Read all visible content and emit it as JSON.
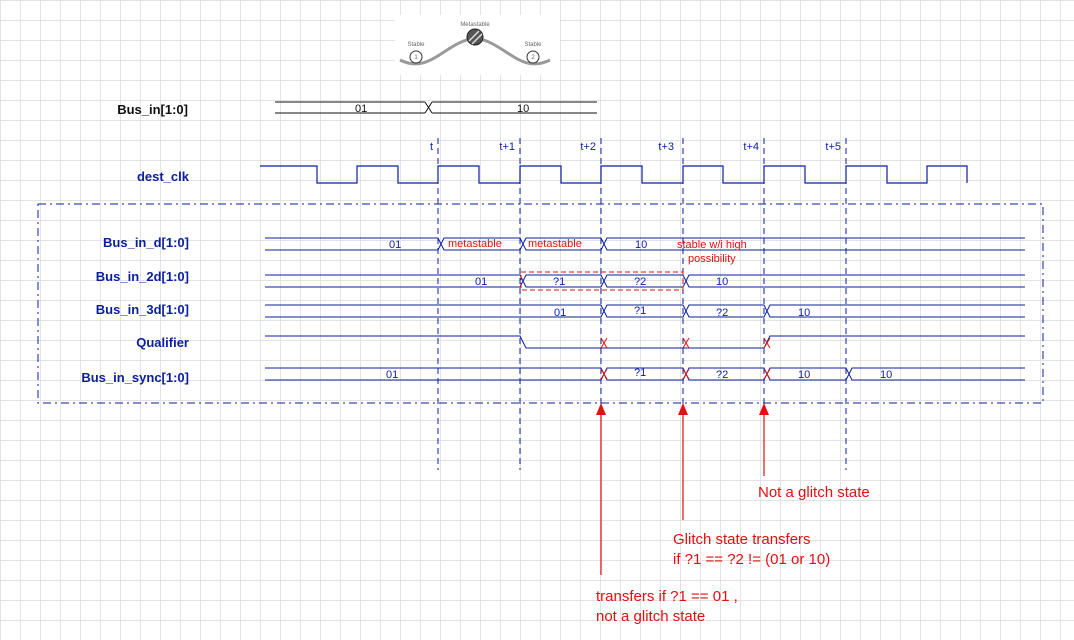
{
  "inset": {
    "metastable": "Metastable",
    "stable_left": "Stable",
    "stable_right": "Stable",
    "num_left": "1",
    "num_right": "2"
  },
  "bus_in": {
    "label": "Bus_in[1:0]",
    "v1": "01",
    "v2": "10"
  },
  "time_labels": [
    "t",
    "t+1",
    "t+2",
    "t+3",
    "t+4",
    "t+5"
  ],
  "dest_clk": {
    "label": "dest_clk"
  },
  "rows": {
    "d": {
      "label": "Bus_in_d[1:0]",
      "v1": "01",
      "m1": "metastable",
      "m2": "metastable",
      "v2": "10",
      "s1": "stable w/i high",
      "s2": "possibility"
    },
    "d2": {
      "label": "Bus_in_2d[1:0]",
      "v1": "01",
      "q1": "?1",
      "q2": "?2",
      "v2": "10"
    },
    "d3": {
      "label": "Bus_in_3d[1:0]",
      "v1": "01",
      "q1": "?1",
      "q2": "?2",
      "v2": "10"
    },
    "qual": {
      "label": "Qualifier"
    },
    "sync": {
      "label": "Bus_in_sync[1:0]",
      "v1": "01",
      "q1": "?1",
      "q2": "?2",
      "v2": "10",
      "v3": "10"
    }
  },
  "notes": {
    "not_glitch": "Not a glitch state",
    "glitch_1": "Glitch state transfers",
    "glitch_2": "if ?1 == ?2  != (01 or 10)",
    "transfer_1": "transfers if ?1 == 01 ,",
    "transfer_2": "not a glitch state"
  },
  "colors": {
    "signal": "#0b1f9e",
    "annotation": "#e01010",
    "background": "#ffffff",
    "grid": "#e3e3e3"
  }
}
